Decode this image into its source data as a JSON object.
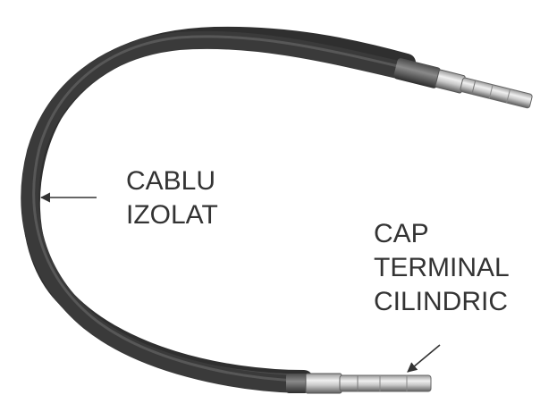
{
  "figure": {
    "labels": {
      "cable": [
        "CABLU",
        "IZOLAT"
      ],
      "terminal": [
        "CAP",
        "TERMINAL",
        "CILINDRIC"
      ]
    },
    "colors": {
      "background": "#ffffff",
      "cable_sheath": "#3a3a3a",
      "cable_highlight": "#5a5a5a",
      "terminal_metal": "#d8d8d8",
      "terminal_shadow": "#6e6e6e",
      "label_text": "#333333",
      "arrow": "#333333"
    },
    "icons": {
      "cable_arrow": "arrow-left-icon",
      "terminal_arrow": "arrow-down-left-icon"
    }
  }
}
